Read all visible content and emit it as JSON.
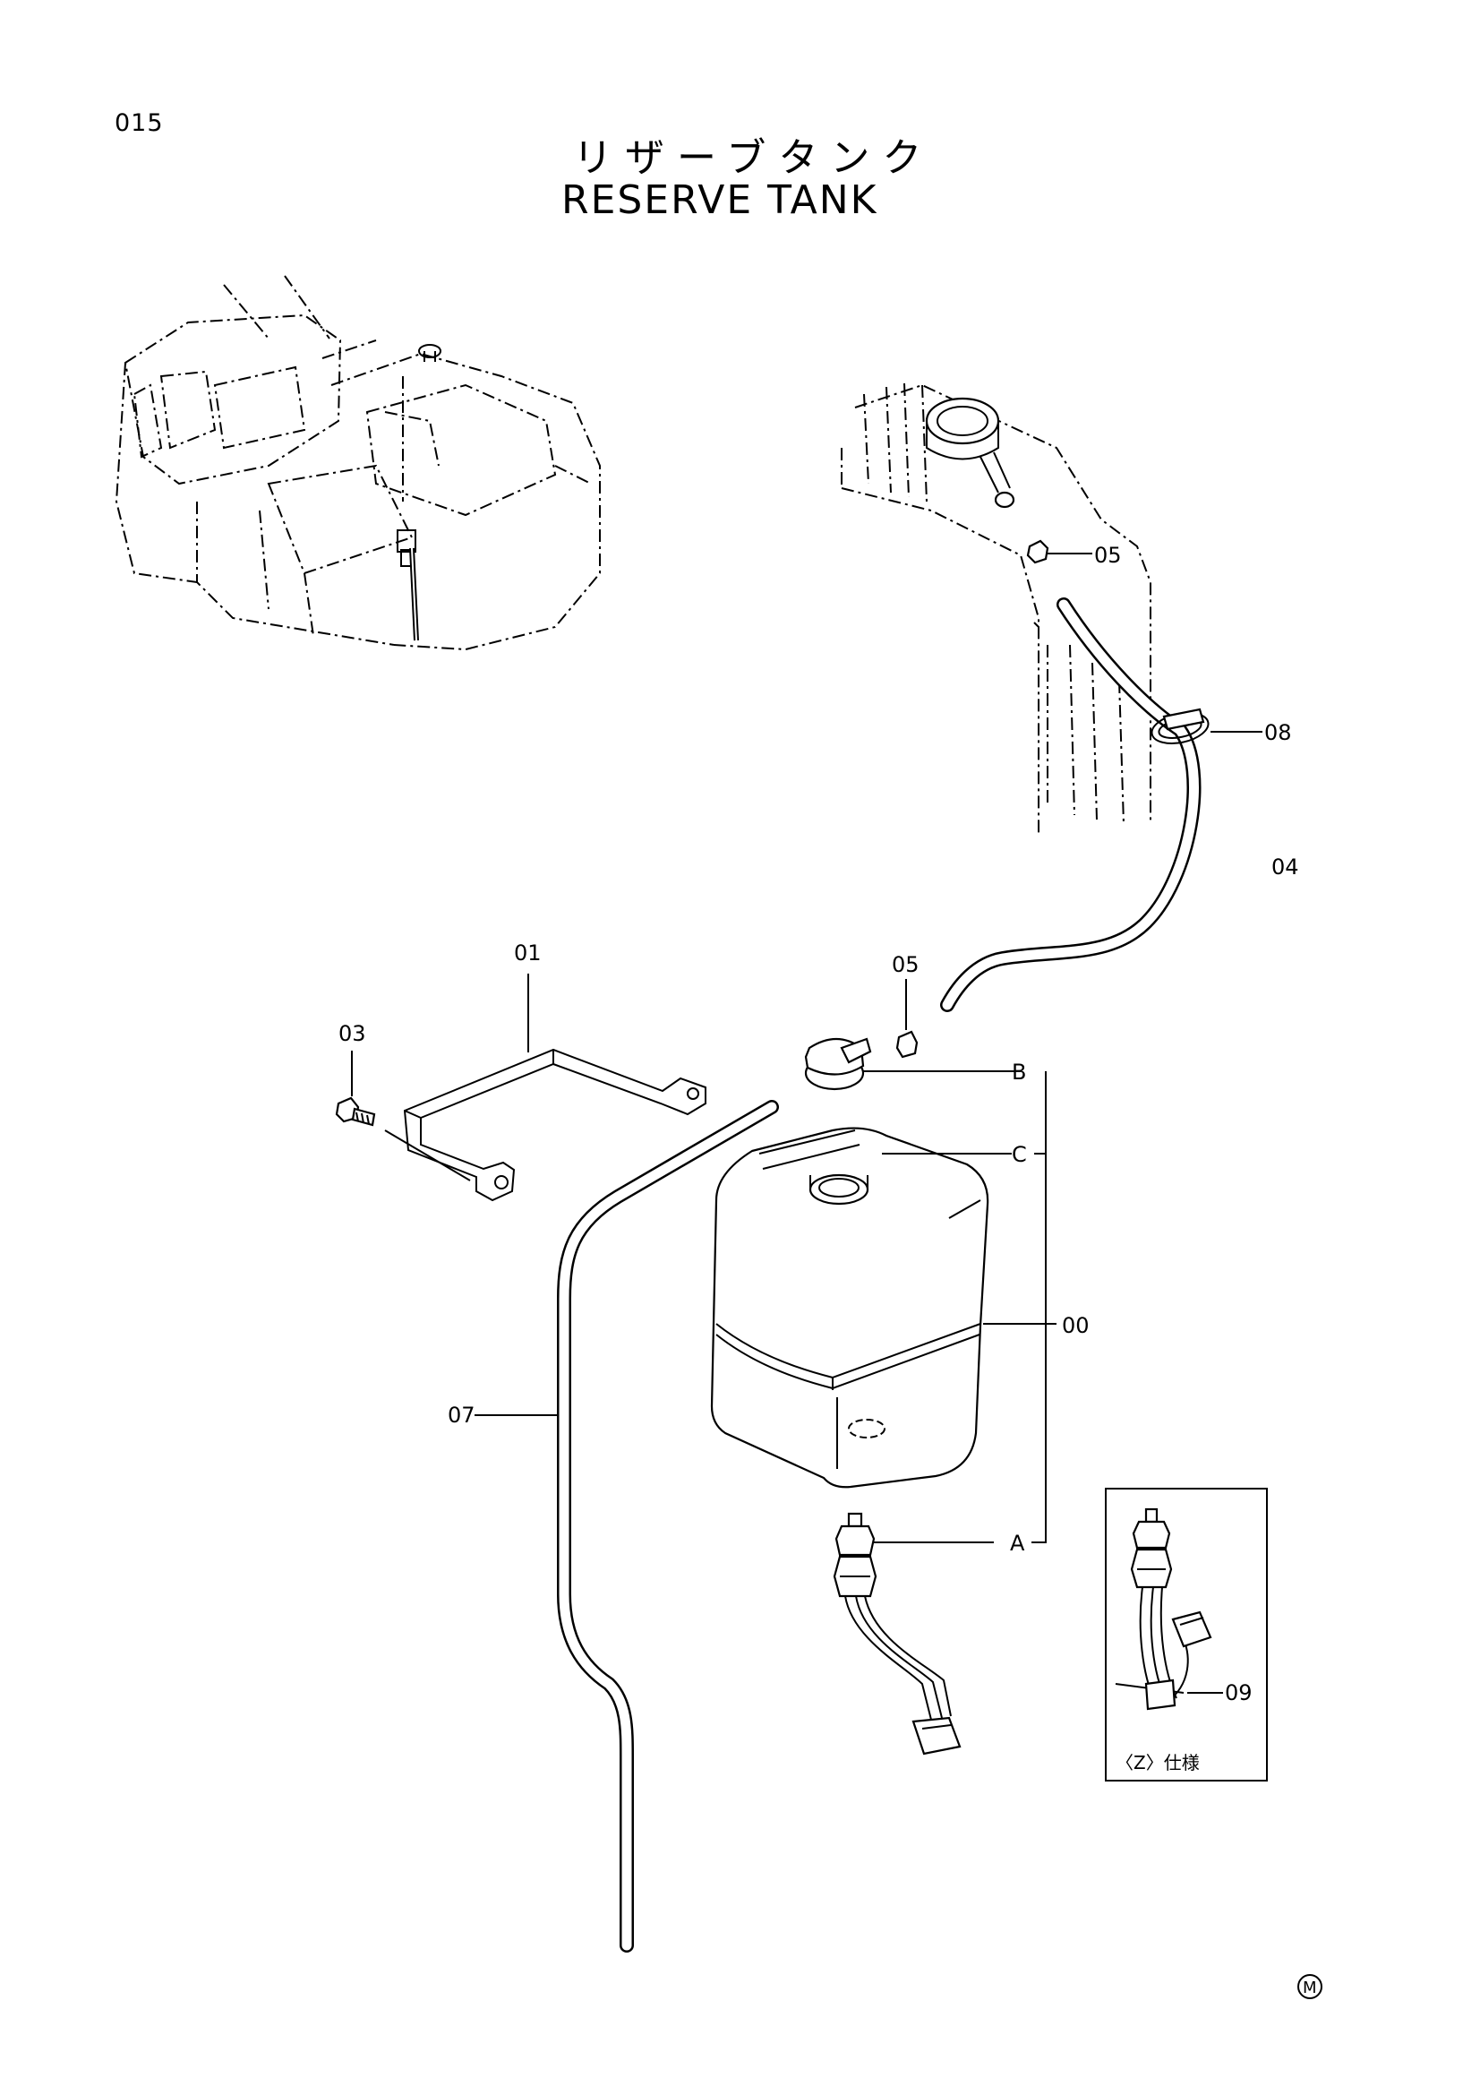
{
  "page_number": "015",
  "title_jp": "リザーブタンク",
  "title_en": "RESERVE TANK",
  "callouts": {
    "p00": "00",
    "p01": "01",
    "p03": "03",
    "p04": "04",
    "p05_upper": "05",
    "p05_lower": "05",
    "p07": "07",
    "p08": "08",
    "p09": "09",
    "ref_a": "A",
    "ref_b": "B",
    "ref_c": "C"
  },
  "inset_caption": "〈Z〉仕様",
  "corner_mark": "M"
}
